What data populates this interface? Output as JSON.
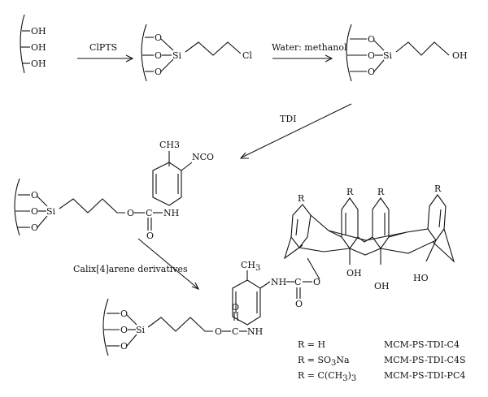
{
  "reagents": {
    "step1": "ClPTS",
    "step2": "Water: methanol",
    "step3": "TDI",
    "step4": "Calix[4]arene derivatives"
  },
  "atoms": {
    "oh": "OH",
    "o": "O",
    "si": "Si",
    "cl": "Cl",
    "c": "C",
    "nh": "NH",
    "nco": "NCO",
    "ch3_plain": "CH3",
    "ch3": "CH",
    "sub3": "3",
    "r": "R",
    "ho": "HO"
  },
  "legend": {
    "rows": [
      {
        "r": "R = H",
        "product": "MCM-PS-TDI-C4"
      },
      {
        "r": "R = SO3Na",
        "product": "MCM-PS-TDI-C4S"
      },
      {
        "r": "R = C(CH3)3",
        "product": "MCM-PS-TDI-PC4"
      }
    ]
  }
}
